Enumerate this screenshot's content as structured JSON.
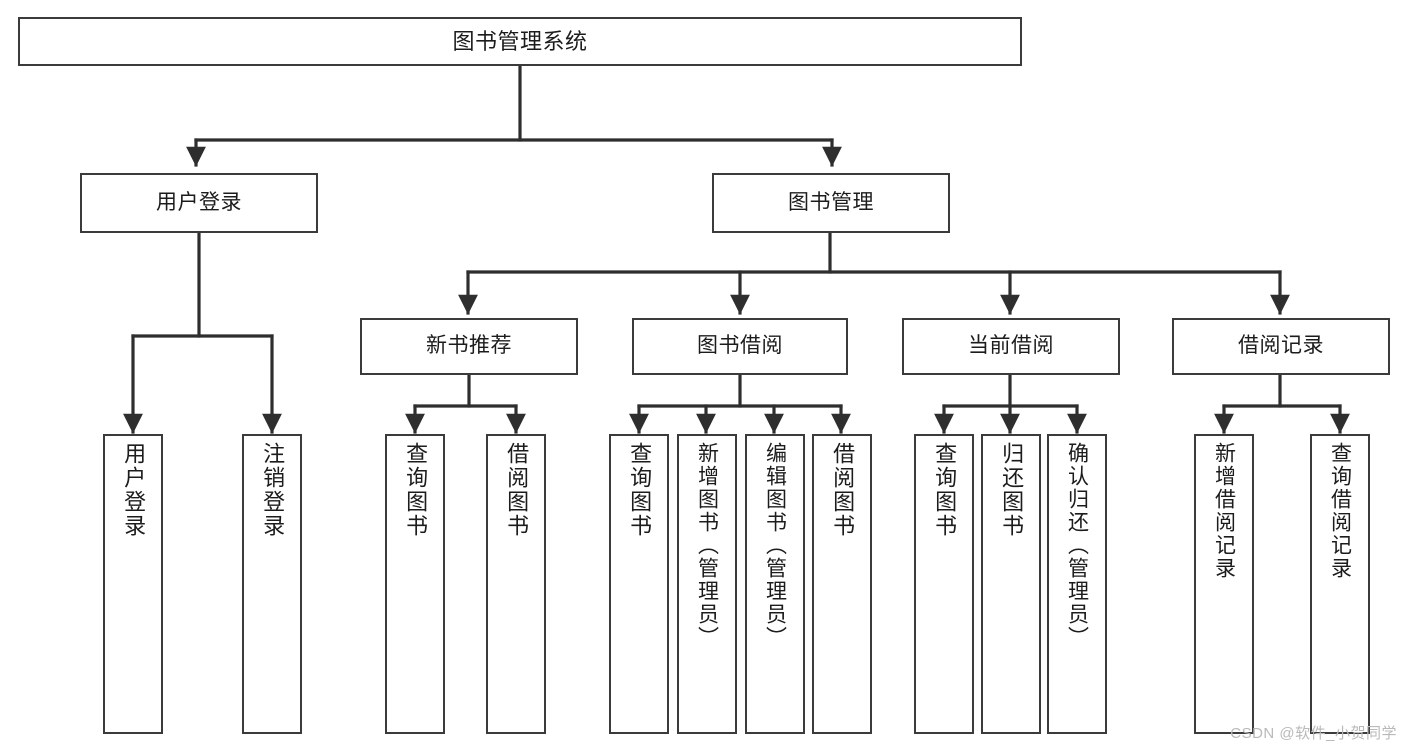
{
  "diagram": {
    "title": "图书管理系统",
    "type": "tree-hierarchy-chart",
    "colors": {
      "background": "#ffffff",
      "node_border": "#3b3b3b",
      "node_fill": "#ffffff",
      "edge": "#2e2e2e",
      "text": "#1c1c1c",
      "watermark": "#b9b9b9"
    },
    "watermark": "CSDN @软件_小贺同学"
  },
  "nodes": {
    "root": {
      "label": "图书管理系统"
    },
    "level1": [
      {
        "id": "user-login",
        "label": "用户登录"
      },
      {
        "id": "book-management",
        "label": "图书管理"
      }
    ],
    "level2": [
      {
        "id": "new-book-recommend",
        "label": "新书推荐"
      },
      {
        "id": "book-borrow",
        "label": "图书借阅"
      },
      {
        "id": "current-borrow",
        "label": "当前借阅"
      },
      {
        "id": "borrow-record",
        "label": "借阅记录"
      }
    ],
    "leaves": {
      "user_login": [
        {
          "id": "leaf-user-login",
          "label": "用户登录"
        },
        {
          "id": "leaf-logout-login",
          "label": "注销登录"
        }
      ],
      "new_book_recommend": [
        {
          "id": "leaf-query-book-1",
          "label": "查询图书"
        },
        {
          "id": "leaf-borrow-book-1",
          "label": "借阅图书"
        }
      ],
      "book_borrow": [
        {
          "id": "leaf-query-book-2",
          "label": "查询图书"
        },
        {
          "id": "leaf-add-book",
          "label": "新增图书（管理员）"
        },
        {
          "id": "leaf-edit-book",
          "label": "编辑图书（管理员）"
        },
        {
          "id": "leaf-borrow-book-2",
          "label": "借阅图书"
        }
      ],
      "current_borrow": [
        {
          "id": "leaf-query-book-3",
          "label": "查询图书"
        },
        {
          "id": "leaf-return-book",
          "label": "归还图书"
        },
        {
          "id": "leaf-confirm-return",
          "label": "确认归还（管理员）"
        }
      ],
      "borrow_record": [
        {
          "id": "leaf-add-record",
          "label": "新增借阅记录"
        },
        {
          "id": "leaf-query-record",
          "label": "查询借阅记录"
        }
      ]
    }
  }
}
